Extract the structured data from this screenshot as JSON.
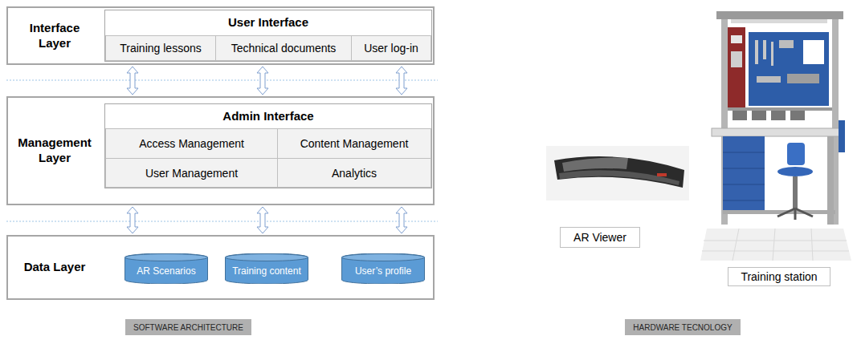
{
  "diagram": {
    "nodes": [
      {
        "text": [
          "Interface Layer"
        ]
      },
      {
        "text": [
          "User Interface"
        ],
        "in": 0
      },
      {
        "text": [
          "Training lessons"
        ],
        "in": 1
      },
      {
        "text": [
          "Technical documents"
        ],
        "in": 1
      },
      {
        "text": [
          "User log-in"
        ],
        "in": 1
      },
      {
        "text": [
          "Management Layer"
        ]
      },
      {
        "text": [
          "Admin Interface"
        ],
        "in": 5
      },
      {
        "text": [
          "Access Management"
        ],
        "in": 6
      },
      {
        "text": [
          "Content Management"
        ],
        "in": 6
      },
      {
        "text": [
          "User Management"
        ],
        "in": 6
      },
      {
        "text": [
          "Analytics"
        ],
        "in": 6
      },
      {
        "text": [
          "Data Layer"
        ]
      },
      {
        "text": [
          "AR Scenarios"
        ],
        "in": 11
      },
      {
        "text": [
          "Training content"
        ],
        "in": 11
      },
      {
        "text": [
          "User’s profile"
        ],
        "in": 11
      },
      {
        "text": [
          "SOFTWARE ARCHITECTURE"
        ]
      },
      {
        "text": [
          "AR Viewer"
        ]
      },
      {
        "text": [
          "Training station"
        ]
      },
      {
        "text": [
          "HARDWARE TECNOLOGY"
        ]
      }
    ],
    "edges": [
      {
        "from": 0,
        "to": 5,
        "arrow": "both"
      },
      {
        "from": 0,
        "to": 5,
        "arrow": "both"
      },
      {
        "from": 0,
        "to": 5,
        "arrow": "both"
      },
      {
        "from": 5,
        "to": 11,
        "arrow": "both"
      },
      {
        "from": 5,
        "to": 11,
        "arrow": "both"
      },
      {
        "from": 5,
        "to": 11,
        "arrow": "both"
      }
    ]
  }
}
